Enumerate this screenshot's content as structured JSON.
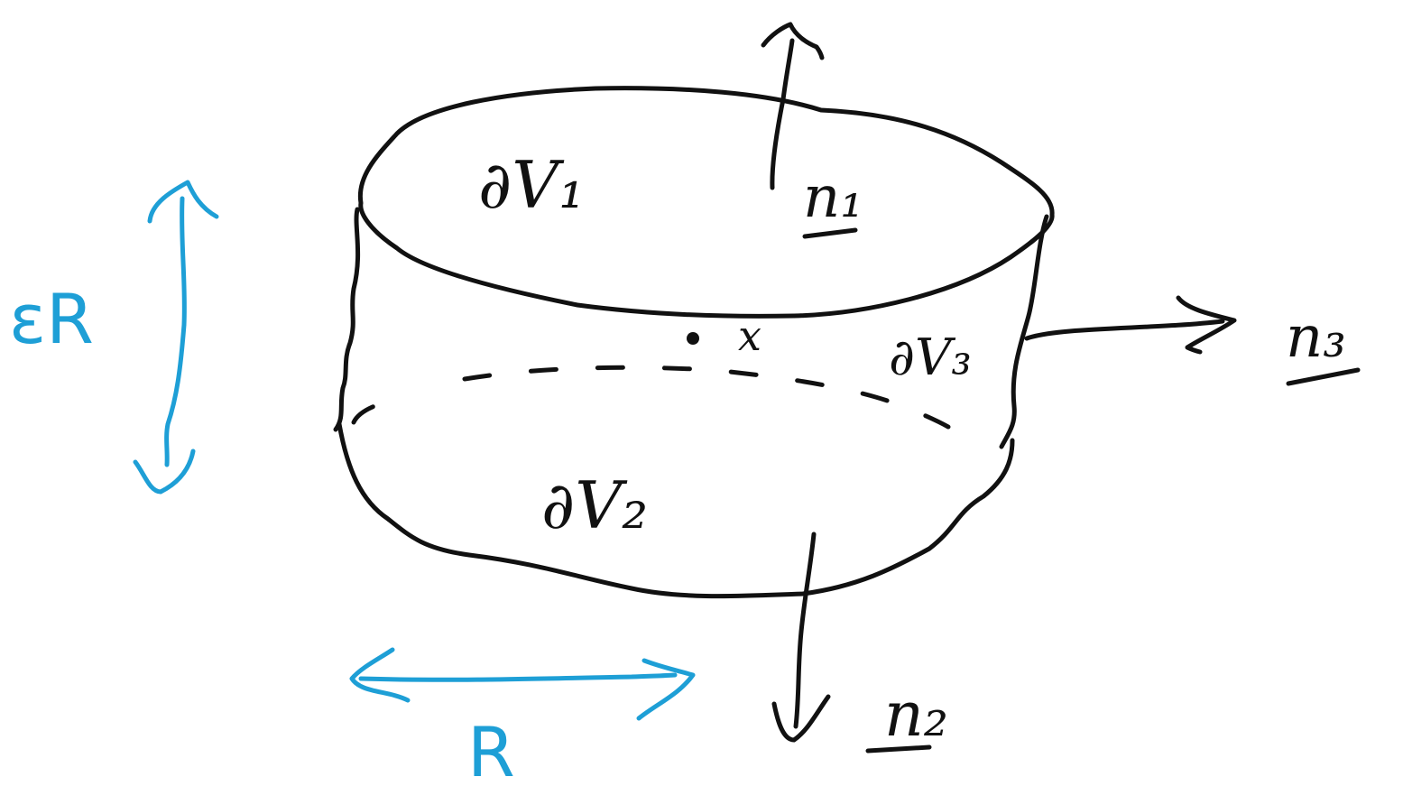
{
  "colors": {
    "ink": "#111111",
    "annotation": "#1e9fd6"
  },
  "labels": {
    "top_surface": "∂V₁",
    "bottom_surface": "∂V₂",
    "side_surface": "∂V₃",
    "point": "x",
    "normal_top": "n₁",
    "normal_side": "n₃",
    "normal_bottom": "n₂",
    "height": "εR",
    "width": "R"
  }
}
